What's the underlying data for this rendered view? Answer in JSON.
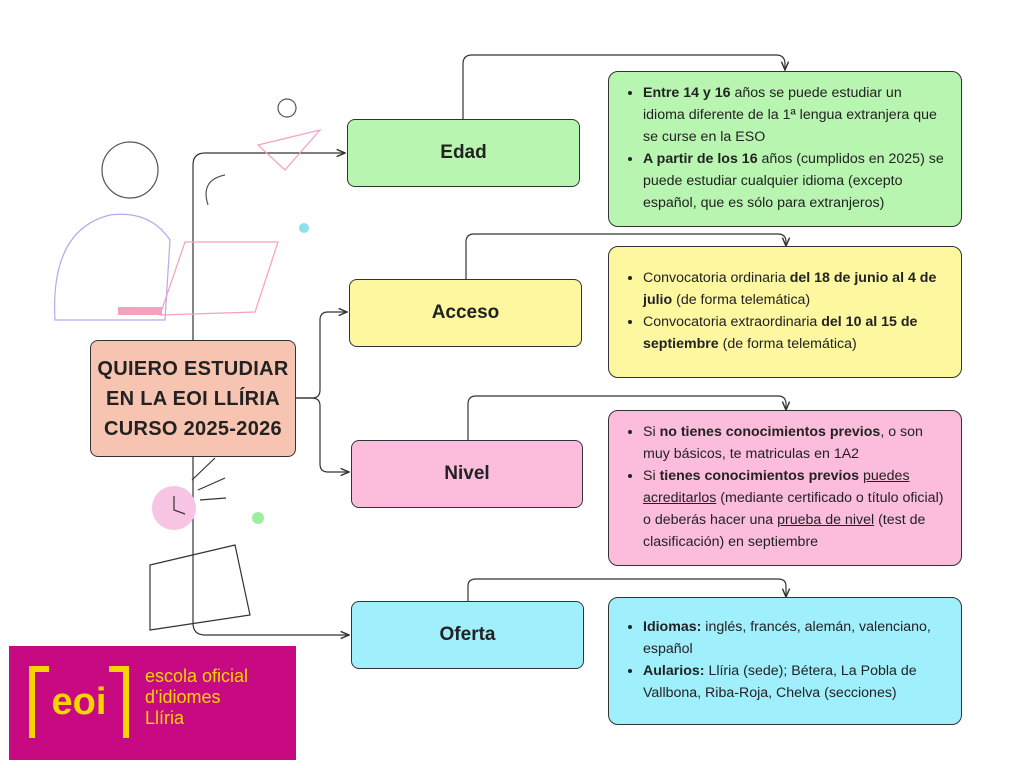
{
  "center": {
    "line1": "QUIERO ESTUDIAR",
    "line2": "EN LA EOI LLÍRIA",
    "line3": "CURSO 2025-2026"
  },
  "branches": [
    {
      "label": "Edad",
      "color": "#b8f5b0"
    },
    {
      "label": "Acceso",
      "color": "#fdf7a0"
    },
    {
      "label": "Nivel",
      "color": "#fcbcdc"
    },
    {
      "label": "Oferta",
      "color": "#a0effc"
    }
  ],
  "edad": {
    "b1_bold": "Entre 14 y 16",
    "b1_rest": " años se puede estudiar un idioma diferente de la 1ª lengua extranjera que se curse en la ESO",
    "b2_bold": "A partir de los 16",
    "b2_rest": " años (cumplidos en 2025) se puede estudiar cualquier idioma (excepto español, que es sólo para extranjeros)"
  },
  "acceso": {
    "b1_pre": "Convocatoria ordinaria ",
    "b1_bold": "del 18 de junio al 4 de julio",
    "b1_rest": " (de forma telemática)",
    "b2_pre": "Convocatoria extraordinaria ",
    "b2_bold": "del 10 al 15 de septiembre",
    "b2_rest": " (de forma telemática)"
  },
  "nivel": {
    "b1_pre": "Si ",
    "b1_bold": "no tienes conocimientos previos",
    "b1_rest": ", o son muy básicos, te matriculas en 1A2",
    "b2_pre": "Si ",
    "b2_bold": "tienes conocimientos previos",
    "b2_sp": " ",
    "b2_link1": "puedes acreditarlos",
    "b2_mid": " (mediante certificado o título oficial) o deberás hacer una ",
    "b2_link2": "prueba de nivel",
    "b2_rest": " (test de clasificación) en septiembre"
  },
  "oferta": {
    "b1_bold": "Idiomas:",
    "b1_rest": " inglés, francés, alemán, valenciano, español",
    "b2_bold": "Aularios:",
    "b2_rest": " Llíria (sede); Bétera, La Pobla de Vallbona, Riba-Roja, Chelva (secciones)"
  },
  "logo": {
    "mark": "eoi",
    "line1": "escola oficial",
    "line2": "d'idiomes",
    "line3": "Llíria"
  }
}
